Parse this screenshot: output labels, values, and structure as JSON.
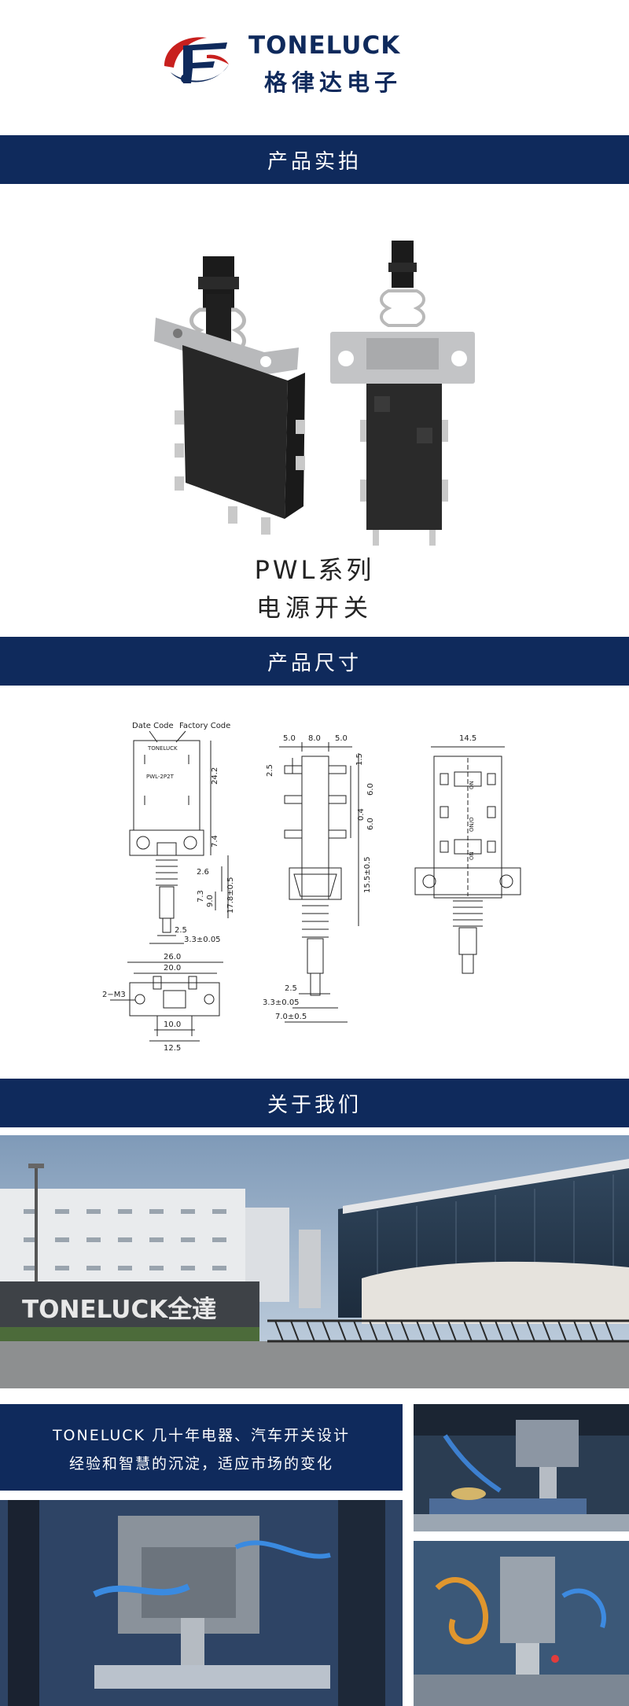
{
  "header": {
    "brand_en": "TONELUCK",
    "brand_cn": "格律达电子",
    "brand_color": "#0f2a5c",
    "accent_red": "#c8201e"
  },
  "sections": {
    "photo_title": "产品实拍",
    "size_title": "产品尺寸",
    "about_title": "关于我们"
  },
  "product": {
    "series": "PWL系列",
    "name": "电源开关"
  },
  "drawing": {
    "front": {
      "date_code": "Date Code",
      "factory_code": "Factory Code",
      "body_brand": "TONELUCK",
      "model": "PWL-2P2T",
      "d_24_2": "24.2",
      "d_7_4": "7.4",
      "d_2_6": "2.6",
      "d_7_3": "7.3",
      "d_9_0": "9.0",
      "d_17_8": "17.8±0.5",
      "d_2_5": "2.5",
      "d_3_3": "3.3±0.05",
      "d_26_0": "26.0",
      "d_20_0": "20.0",
      "d_2m3": "2−M3",
      "d_10_0": "10.0",
      "d_12_5": "12.5"
    },
    "side": {
      "d_5a": "5.0",
      "d_8": "8.0",
      "d_5b": "5.0",
      "d_2_5": "2.5",
      "d_1_5": "1.5",
      "d_6a": "6.0",
      "d_0_4": "0.4",
      "d_6b": "6.0",
      "d_15_5": "15.5±0.5",
      "d_2_5b": "2.5",
      "d_3_3": "3.3±0.05",
      "d_7_0": "7.0±0.5"
    },
    "back": {
      "d_14_5": "14.5",
      "on1": "ON",
      "on2": "ON",
      "mid": "ON/O"
    }
  },
  "about": {
    "gate_sign": "TONELUCK全達",
    "slogan_line1": "TONELUCK 几十年电器、汽车开关设计",
    "slogan_line2": "经验和智慧的沉淀，适应市场的变化"
  }
}
